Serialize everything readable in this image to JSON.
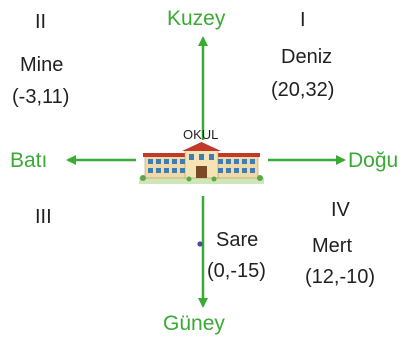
{
  "directions": {
    "north": "Kuzey",
    "south": "Güney",
    "east": "Doğu",
    "west": "Batı"
  },
  "quadrants": {
    "q1": "I",
    "q2": "II",
    "q3": "III",
    "q4": "IV"
  },
  "school_label": "OKUL",
  "people": {
    "mine": {
      "name": "Mine",
      "coords": "(-3,11)"
    },
    "deniz": {
      "name": "Deniz",
      "coords": "(20,32)"
    },
    "sare": {
      "name": "Sare",
      "coords": "(0,-15)"
    },
    "mert": {
      "name": "Mert",
      "coords": "(12,-10)"
    }
  },
  "colors": {
    "arrow": "#3aaa35",
    "direction_text": "#3aaa35",
    "text": "#231f20",
    "sare_point": "#4a4a9a"
  }
}
